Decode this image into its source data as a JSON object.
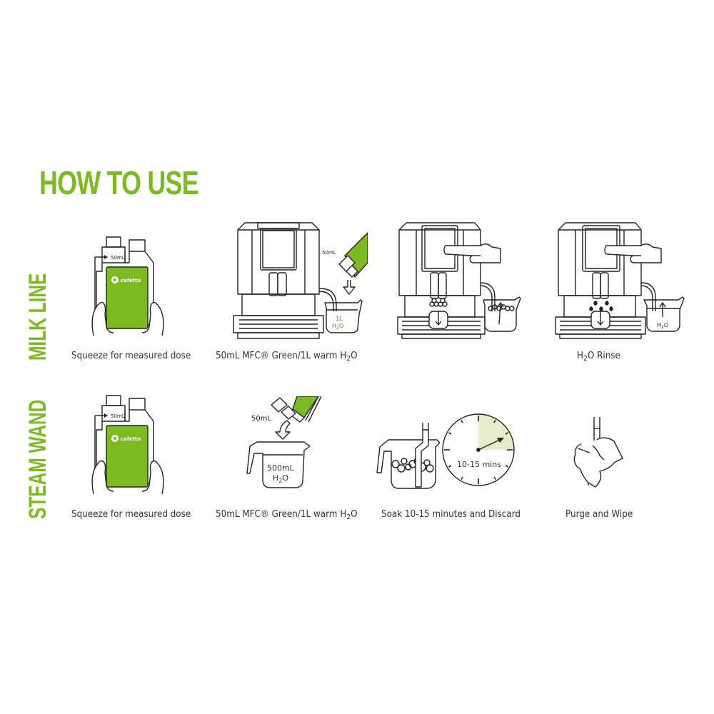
{
  "title": "HOW TO USE",
  "colors": {
    "accent": "#7bbb1f",
    "clock_fill": "#e3edc9",
    "line": "#222222",
    "caption": "#333333"
  },
  "sections": [
    {
      "label": "MILK LINE",
      "steps": [
        {
          "icon": "bottle-squeeze-icon",
          "caption": "Squeeze for measured dose",
          "bottle_label": "50mL",
          "brand": "cafetto"
        },
        {
          "icon": "machine-pour-icon",
          "caption_pre": "50mL MFC® Green/1L warm H",
          "caption_sub": "2",
          "caption_post": "O",
          "dose_label": "50mL",
          "jug_label_1": "1L",
          "jug_label_2_pre": "H",
          "jug_label_2_sub": "2",
          "jug_label_2_post": "O"
        },
        {
          "icon": "machine-clean-cycle-icon",
          "caption": ""
        },
        {
          "icon": "machine-rinse-icon",
          "caption_pre": "H",
          "caption_sub": "2",
          "caption_post": "O Rinse",
          "jug_label_pre": "H",
          "jug_label_sub": "2",
          "jug_label_post": "O"
        }
      ]
    },
    {
      "label": "STEAM WAND",
      "steps": [
        {
          "icon": "bottle-squeeze-icon",
          "caption": "Squeeze for measured dose",
          "bottle_label": "50mL",
          "brand": "cafetto"
        },
        {
          "icon": "jug-pour-icon",
          "caption_pre": "50mL MFC® Green/1L warm H",
          "caption_sub": "2",
          "caption_post": "O",
          "dose_label": "50mL",
          "jug_label_1": "500mL",
          "jug_label_2_pre": "H",
          "jug_label_2_sub": "2",
          "jug_label_2_post": "O"
        },
        {
          "icon": "soak-timer-icon",
          "caption": "Soak 10-15 minutes and Discard",
          "timer_label": "10-15 mins"
        },
        {
          "icon": "purge-wipe-icon",
          "caption": "Purge and Wipe"
        }
      ]
    }
  ]
}
